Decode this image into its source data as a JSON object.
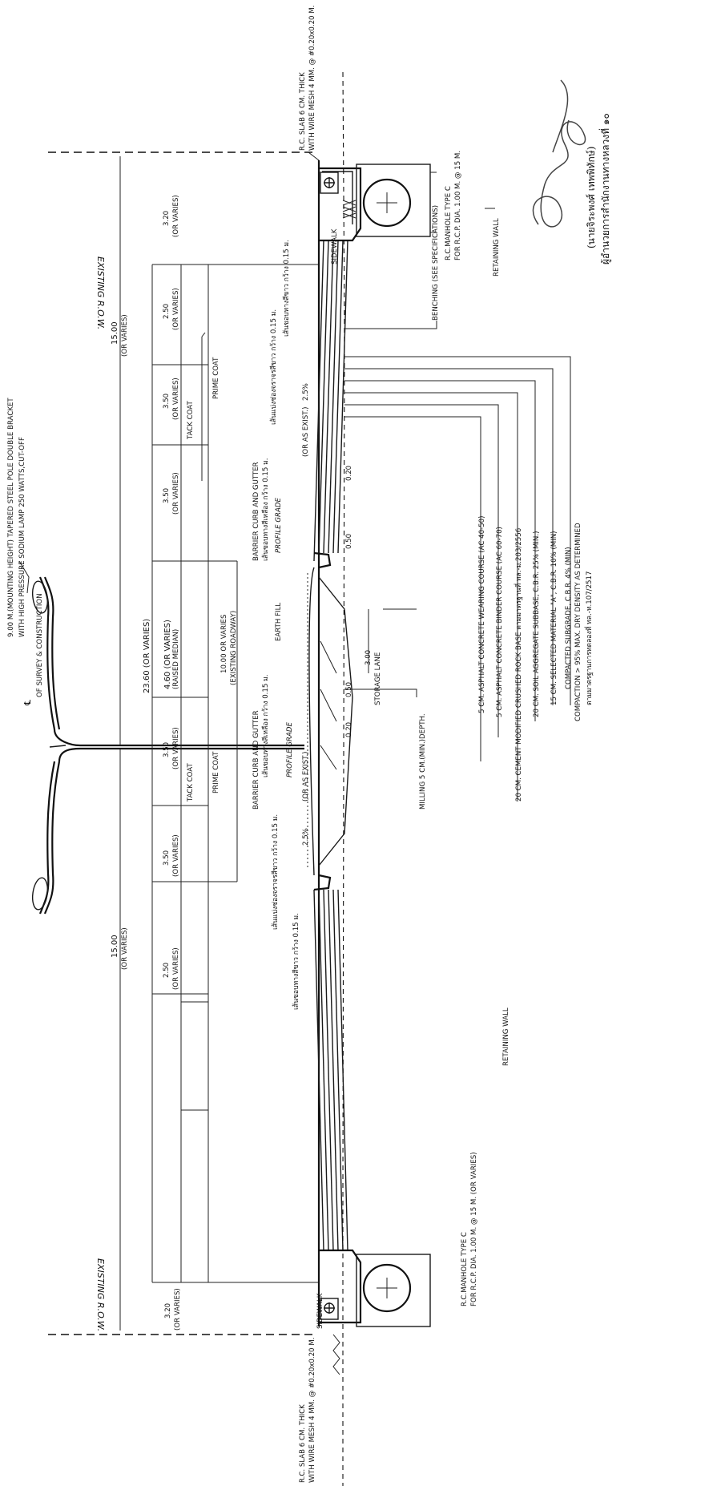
{
  "lighting": {
    "pole_spec": "9.00 M.(MOUNTING HEIGHT) TAPERED STEEL POLE DOUBLE BRACKET",
    "lamp_spec": "WITH HIGH PRESSURE SODIUM LAMP 250 WATTS,CUT-OFF"
  },
  "centerline": {
    "symbol": "℄",
    "label": "OF SURVEY & CONSTRUCTION"
  },
  "row": {
    "top": "EXISTING R.O.W.",
    "bottom": "EXISTING R.O.W."
  },
  "dimensions": {
    "half_row_top": "15.00",
    "half_row_top_note": "(OR VARIES)",
    "half_row_bottom": "15.00",
    "half_row_bottom_note": "(OR VARIES)",
    "road_width": "23.60 (OR VARIES)",
    "median": "4.60 (OR VARIES)",
    "median_note": "(RAISED MEDIAN)",
    "existing_road": "10.00 OR VARIES",
    "existing_road_note": "(EXISTING ROADWAY)",
    "sidewalk_top": "3.20",
    "sidewalk_bottom": "3.20",
    "parking_top": "2.50",
    "parking_bottom": "2.50",
    "lane_a": "3.50",
    "lane_b": "3.50",
    "lane_c": "3.50",
    "lane_d": "3.50",
    "or_varies": "(OR VARIES)",
    "storage_lane_width": "3.00",
    "storage_lane": "STORAGE LANE",
    "gutter_a": "0.50",
    "gutter_b": "0.50",
    "curb_a": "0.20",
    "curb_b": "0.20"
  },
  "coats": {
    "tack_top": "TACK COAT",
    "prime_top": "PRIME COAT",
    "tack_bottom": "TACK COAT",
    "prime_bottom": "PRIME COAT"
  },
  "curb": {
    "top": "BARRIER CURB AND GUTTER",
    "bottom": "BARRIER CURB AND GUTTER",
    "yellow_line_top": "เส้นขอบทางสีเหลือง กว้าง 0.15 ม.",
    "yellow_line_bottom": "เส้นขอบทางสีเหลือง กว้าง 0.15 ม.",
    "profile_top": "PROFILE GRADE",
    "profile_bottom": "PROFILE GRADE",
    "earth_fill": "EARTH FILL"
  },
  "lane_lines": {
    "white_lane_top": "เส้นแบ่งช่องจราจรสีขาว กว้าง 0.15 ม.",
    "white_edge_top": "เส้นขอบทางสีขาว กว้าง 0.15 ม.",
    "white_lane_bottom": "เส้นแบ่งช่องจราจรสีขาว กว้าง 0.15 ม.",
    "white_edge_bottom": "เส้นขอบทางสีขาว กว้าง 0.15 ม.",
    "slope_top": "2.5%",
    "slope_top_note": "(OR AS EXIST.)",
    "slope_bottom": "2.5%",
    "slope_bottom_note": "(OR AS EXIST.)"
  },
  "sidewalk": {
    "top": "SIDEWALK",
    "bottom": "SIDEWALK"
  },
  "slab": {
    "top_a": "R.C. SLAB 6 CM. THICK",
    "top_b": "WITH WIRE MESH 4 MM. @ #0.20x0.20 M.",
    "bottom_a": "R.C. SLAB 6 CM. THICK",
    "bottom_b": "WITH WIRE MESH 4 MM. @ #0.20x0.20 M."
  },
  "manhole": {
    "top_a": "R.C.MANHOLE TYPE C",
    "top_b": "FOR R.C.P. DIA. 1.00 M. @ 15 M.",
    "bottom_a": "R.C.MANHOLE TYPE C",
    "bottom_b": "FOR R.C.P. DIA. 1.00 M. @ 15 M. (OR VARIES)",
    "benching": "BENCHING (SEE SPECIFICATIONS)",
    "retaining_top": "RETAINING WALL",
    "retaining_bottom": "RETAINING WALL"
  },
  "milling": "MILLING 5 CM.(MIN.)DEPTH.",
  "layers": [
    "5 CM. ASPHALT CONCRETE WEARING COURSE (AC 40-50)",
    "5 CM. ASPHALT CONCRETE BINDER COURSE (AC 60-70)",
    "20 CM. CEMENT MODIFIED CRUSHED ROCK BASE  ตามมาตรฐานที่ ทล.-ม.203/2556",
    "20 CM. SOIL AGGREGATE SUBBASE, C.B.R. 25% (MIN.)",
    "15 CM. SELECTED MATERIAL \"A\", C.B.R. 10% (MIN)",
    "COMPACTED SUBGRADE, C.B.R. 4% (MIN)",
    "COMPACTION > 95% MAX. DRY DENSITY AS DETERMINED",
    "ตามมาตรฐานการทดลองที่ ทล.-ท.107/2517"
  ],
  "signature": {
    "name": "(นายจิระพงศ์ เทพพิทักษ์)",
    "title": "ผู้อำนวยการสำนักงานทางหลวงที่ ๑๐"
  }
}
